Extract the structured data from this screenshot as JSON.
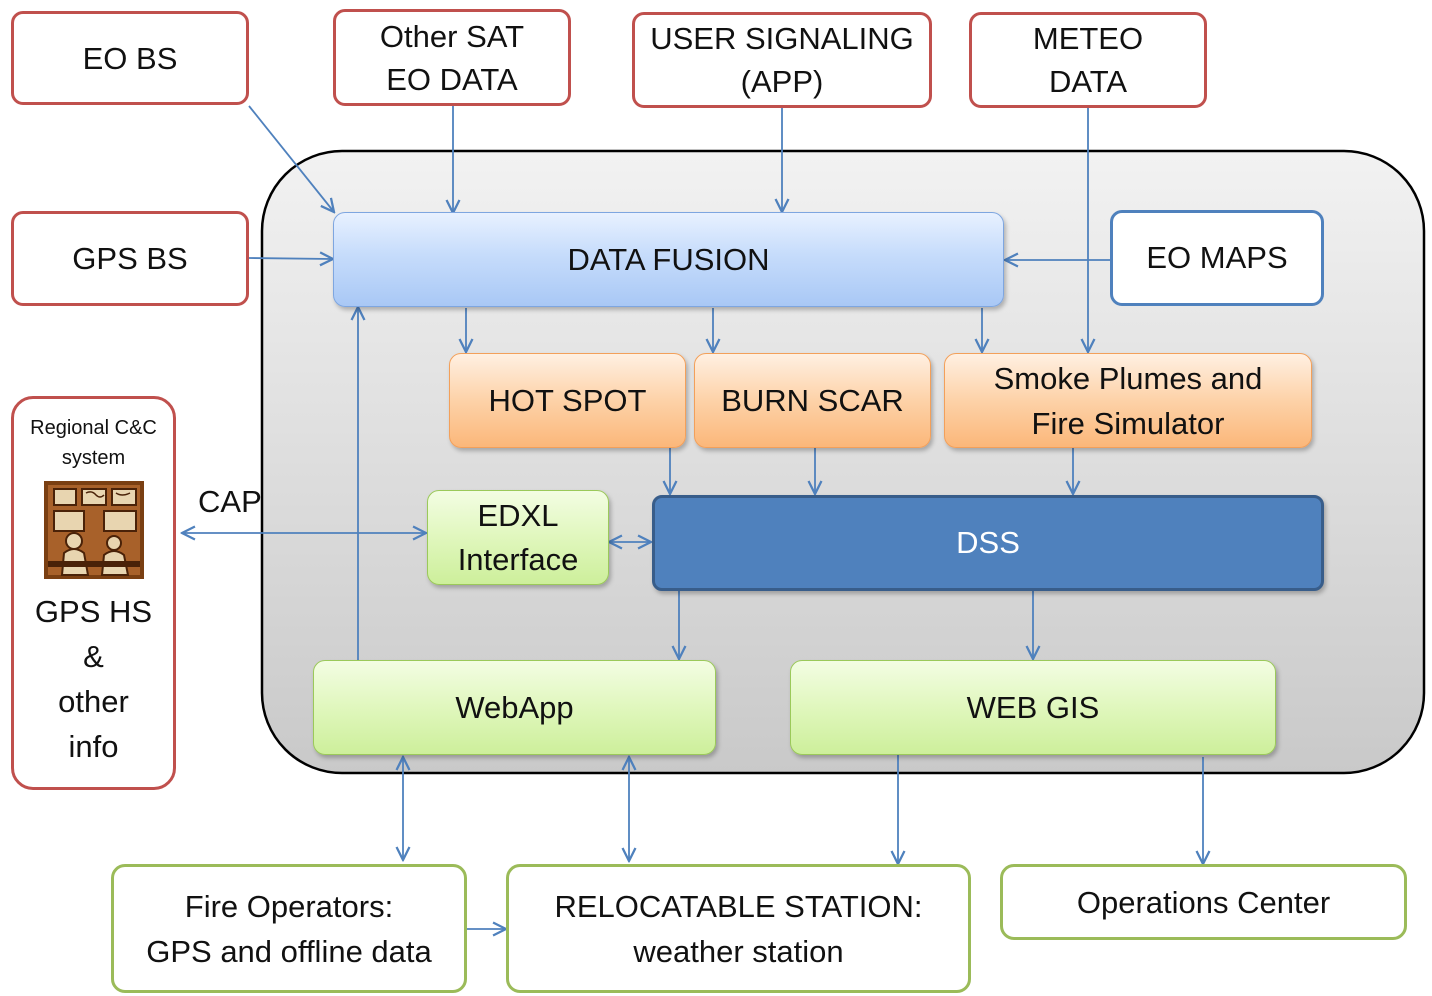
{
  "inputs": {
    "eo_bs": "EO BS",
    "other_sat": [
      "Other SAT",
      "EO DATA"
    ],
    "user_signaling": [
      "USER SIGNALING",
      "(APP)"
    ],
    "meteo": [
      "METEO",
      "DATA"
    ],
    "gps_bs": "GPS BS",
    "eo_maps": "EO MAPS"
  },
  "system": {
    "data_fusion": "DATA FUSION",
    "hot_spot": "HOT SPOT",
    "burn_scar": "BURN SCAR",
    "smoke": [
      "Smoke Plumes and",
      "Fire Simulator"
    ],
    "edxl": [
      "EDXL",
      "Interface"
    ],
    "dss": "DSS",
    "webapp": "WebApp",
    "webgis": "WEB GIS"
  },
  "regional": {
    "title": [
      "Regional C&C",
      "system"
    ],
    "body": [
      "GPS HS",
      "&",
      "other",
      "info"
    ],
    "icon": "control-room-icon"
  },
  "cap_label": "CAP",
  "outputs": {
    "fire_operators": [
      "Fire Operators:",
      "GPS and offline data"
    ],
    "relocatable": [
      "RELOCATABLE STATION:",
      "weather station"
    ],
    "operations": "Operations Center"
  },
  "colors": {
    "input_border": "#c0504d",
    "eo_maps_border": "#4f81bd",
    "output_border": "#9bbb59",
    "arrow": "#4f81bd",
    "dss_fill": "#4f81bd"
  }
}
